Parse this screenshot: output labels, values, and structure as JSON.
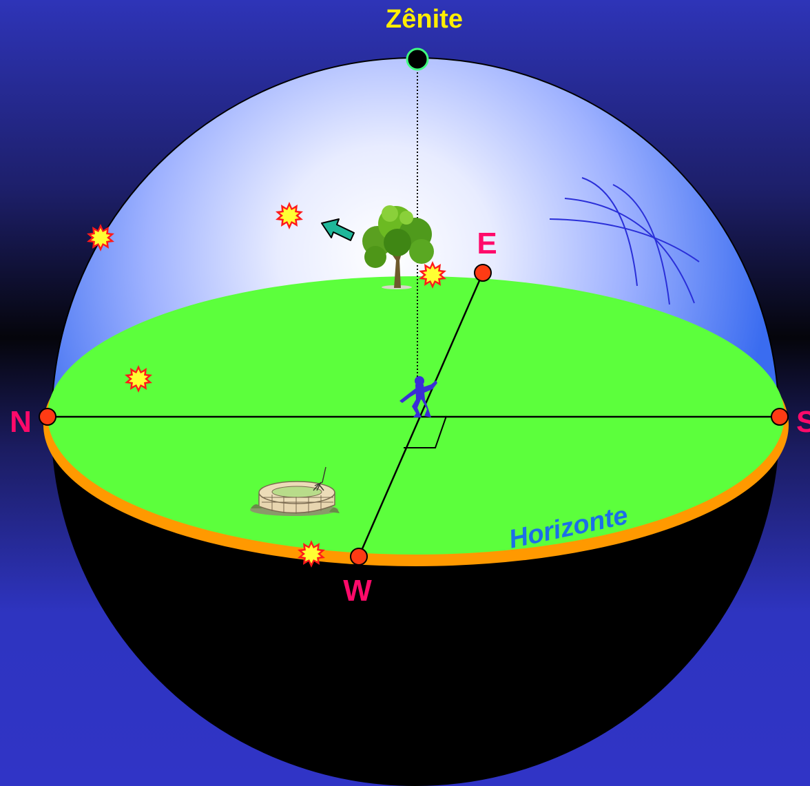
{
  "labels": {
    "zenith": "Zênite",
    "north": "N",
    "south": "S",
    "east": "E",
    "west": "W",
    "horizon": "Horizonte"
  },
  "colors": {
    "background": "#2e34c0",
    "sky_center": "#ffffff",
    "sky_edge": "#3a6cf0",
    "ground": "#5cff3c",
    "horizon_band": "#ff9900",
    "lower_hemisphere": "#000000",
    "cardinal_point": "#ff3b14",
    "cardinal_label": "#ff0a6a",
    "zenith_label": "#ffee00",
    "horizon_label": "#1c6ee8",
    "star_fill": "#ffff33",
    "star_outline": "#ff0000",
    "arrow": "#20b79a",
    "star_trails": "#2a2fd8",
    "observer": "#3a2ed6"
  },
  "icons": {
    "tree": "tree-icon",
    "well": "well-icon",
    "observer": "observer-figure-icon",
    "star": "star-icon",
    "arrow": "arrow-icon"
  }
}
